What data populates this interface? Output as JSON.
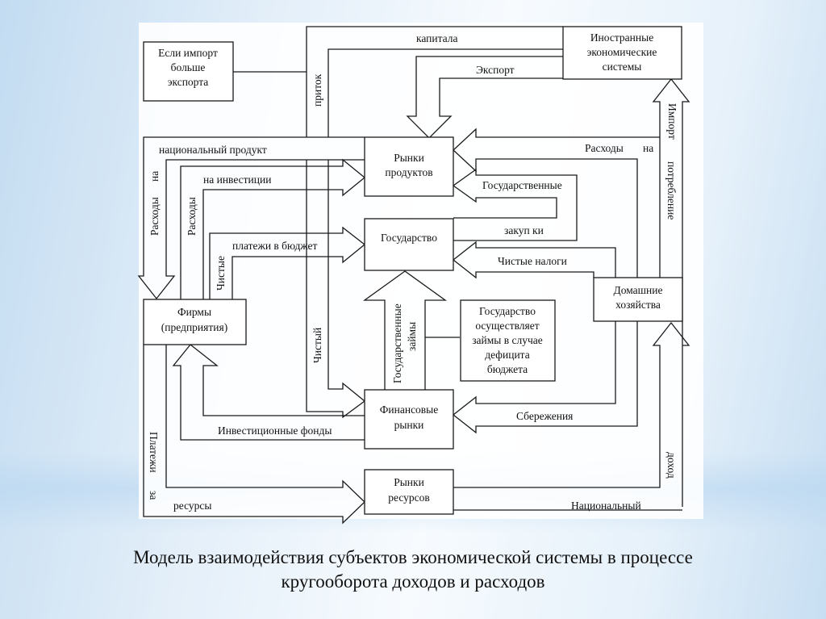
{
  "caption": {
    "line1": "Модель взаимодействия субъектов экономической системы в процессе",
    "line2": "кругооборота доходов и расходов"
  },
  "nodes": {
    "import_gt_export": [
      "Если импорт",
      "больше",
      "экспорта"
    ],
    "foreign": [
      "Иностранные",
      "экономические",
      "системы"
    ],
    "product_markets": [
      "Рынки",
      "продуктов"
    ],
    "government": [
      "Государство"
    ],
    "firms": [
      "Фирмы",
      "(предприятия)"
    ],
    "households": [
      "Домашние",
      "хозяйства"
    ],
    "gov_borrows": [
      "Государство",
      "осуществляет",
      "займы в случае",
      "дефицита",
      "бюджета"
    ],
    "financial_markets": [
      "Финансовые",
      "рынки"
    ],
    "resource_markets": [
      "Рынки",
      "ресурсов"
    ]
  },
  "flows": {
    "capital_inflow_a": "приток",
    "capital_inflow_b": "капитала",
    "export": "Экспорт",
    "import": "Импорт",
    "consumption_a": "Расходы",
    "consumption_b": "на",
    "consumption_c": "потребление",
    "gdp_spend_a": "Расходы",
    "gdp_spend_b": "на",
    "gdp_spend_c": "национальный продукт",
    "invest_a": "Расходы",
    "invest_b": "на инвестиции",
    "budget_a": "Чистые",
    "budget_b": "платежи в бюджет",
    "gov_purchases_a": "Государственные",
    "gov_purchases_b": "закуп ки",
    "net_taxes": "Чистые налоги",
    "gov_loans": [
      "Государственные",
      "займы"
    ],
    "net": "Чистый",
    "savings": "Сбережения",
    "investment_funds": "Инвестиционные фонды",
    "resource_pay_a": "Платежи",
    "resource_pay_b": "за",
    "resource_pay_c": "ресурсы",
    "national_income_a": "Национальный",
    "national_income_b": "доход"
  },
  "colors": {
    "stroke": "#1a1a1a",
    "box_fill": "#ffffff"
  }
}
